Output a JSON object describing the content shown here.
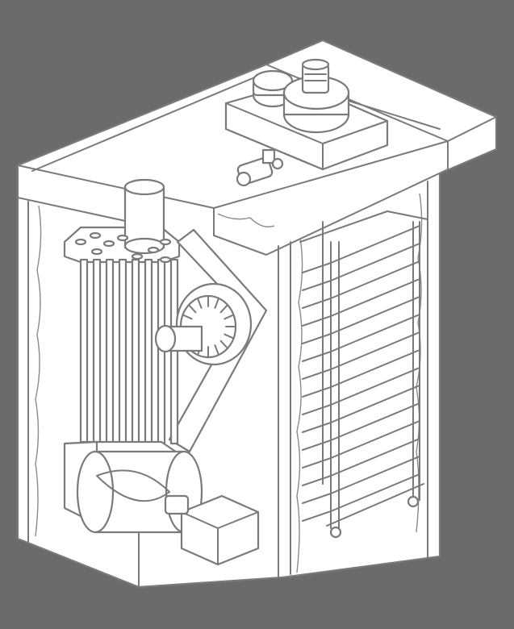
{
  "figure": {
    "subject": "rack-oven-cutaway",
    "colors": {
      "background": "#6b6b6b",
      "fill": "#ffffff",
      "line": "#7a7a7a"
    },
    "rack_shelves": 15,
    "heat_exchanger_tubes": 8
  }
}
